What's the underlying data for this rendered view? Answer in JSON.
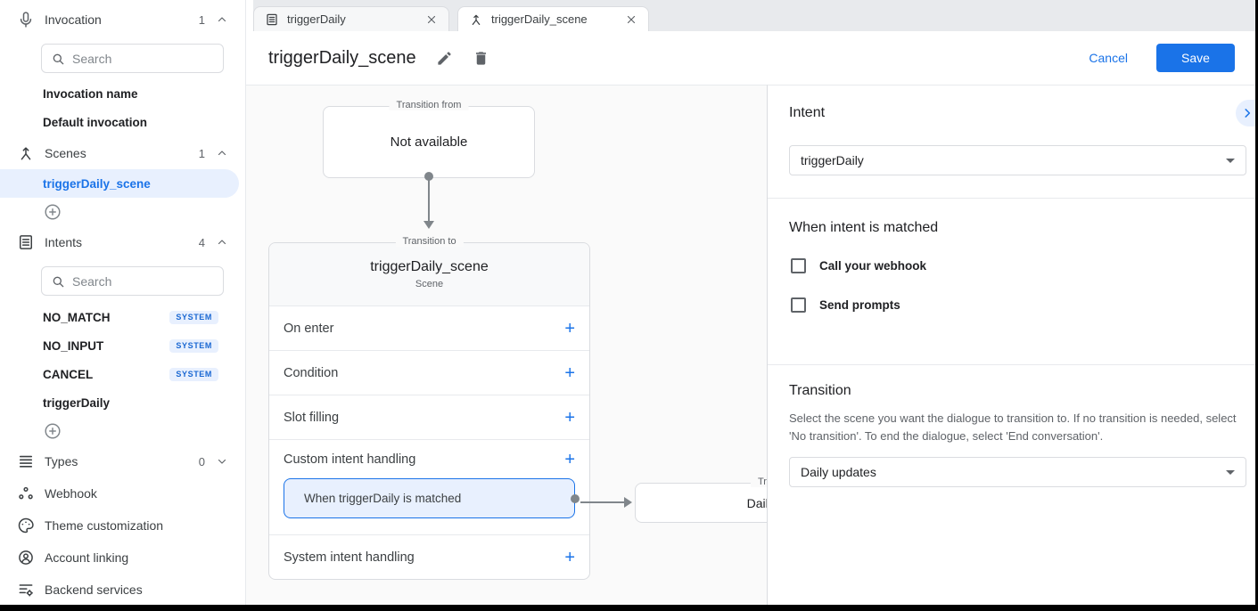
{
  "colors": {
    "accent": "#1a73e8",
    "selection_bg": "#e8f0fe",
    "badge_text": "#1967d2",
    "tabstrip_bg": "#e8eaed",
    "canvas_bg": "#fafafa",
    "card_border": "#dadce0",
    "connector": "#80868b"
  },
  "icons": {
    "add": "+"
  },
  "sidebar": {
    "search_placeholder": "Search",
    "sections": {
      "invocation": {
        "label": "Invocation",
        "count": "1"
      },
      "scenes": {
        "label": "Scenes",
        "count": "1"
      },
      "intents": {
        "label": "Intents",
        "count": "4"
      },
      "types": {
        "label": "Types",
        "count": "0"
      }
    },
    "invocation_items": [
      {
        "label": "Invocation name"
      },
      {
        "label": "Default invocation"
      }
    ],
    "scene_items": [
      {
        "label": "triggerDaily_scene",
        "selected": true
      }
    ],
    "intent_items": [
      {
        "label": "NO_MATCH",
        "badge": "SYSTEM"
      },
      {
        "label": "NO_INPUT",
        "badge": "SYSTEM"
      },
      {
        "label": "CANCEL",
        "badge": "SYSTEM"
      },
      {
        "label": "triggerDaily"
      }
    ],
    "links": [
      {
        "label": "Webhook"
      },
      {
        "label": "Theme customization"
      },
      {
        "label": "Account linking"
      },
      {
        "label": "Backend services"
      }
    ]
  },
  "tabs": [
    {
      "label": "triggerDaily",
      "icon": "intent-icon",
      "active": false
    },
    {
      "label": "triggerDaily_scene",
      "icon": "scene-icon",
      "active": true
    }
  ],
  "header": {
    "title": "triggerDaily_scene",
    "cancel_label": "Cancel",
    "save_label": "Save"
  },
  "canvas": {
    "transition_from": {
      "legend": "Transition from",
      "content": "Not available"
    },
    "scene_card": {
      "legend": "Transition to",
      "title": "triggerDaily_scene",
      "subtitle": "Scene",
      "rows": [
        {
          "label": "On enter"
        },
        {
          "label": "Condition"
        },
        {
          "label": "Slot filling"
        },
        {
          "label": "Custom intent handling"
        }
      ],
      "matched_row": {
        "label": "When triggerDaily is matched"
      },
      "system_row": {
        "label": "System intent handling"
      }
    },
    "target_card": {
      "legend": "Transition to",
      "content": "Daily updates"
    }
  },
  "panel": {
    "intent_heading": "Intent",
    "intent_value": "triggerDaily",
    "matched_heading": "When intent is matched",
    "checkboxes": [
      {
        "label": "Call your webhook",
        "checked": false
      },
      {
        "label": "Send prompts",
        "checked": false
      }
    ],
    "transition_heading": "Transition",
    "transition_help": "Select the scene you want the dialogue to transition to. If no transition is needed, select 'No transition'. To end the dialogue, select 'End conversation'.",
    "transition_value": "Daily updates"
  }
}
